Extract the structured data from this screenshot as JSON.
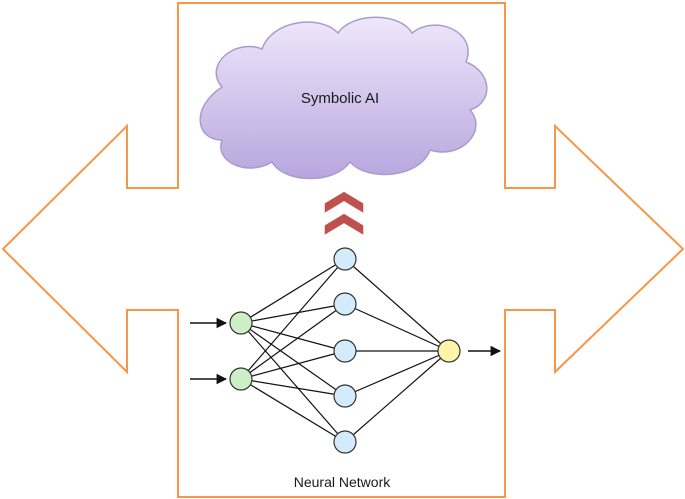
{
  "cloud": {
    "label": "Symbolic AI",
    "fill_top": "#efe7fb",
    "fill_bottom": "#b8a6de",
    "stroke": "#a99ccd"
  },
  "network": {
    "label": "Neural Network",
    "input_node_color": "#ccefc6",
    "hidden_node_color": "#d4ebfb",
    "output_node_color": "#fff5a8",
    "node_stroke": "#333333",
    "edge_color": "#111111"
  },
  "arrow_frame": {
    "stroke": "#f79646"
  },
  "chevrons": {
    "color": "#c0504d",
    "count": 2
  }
}
